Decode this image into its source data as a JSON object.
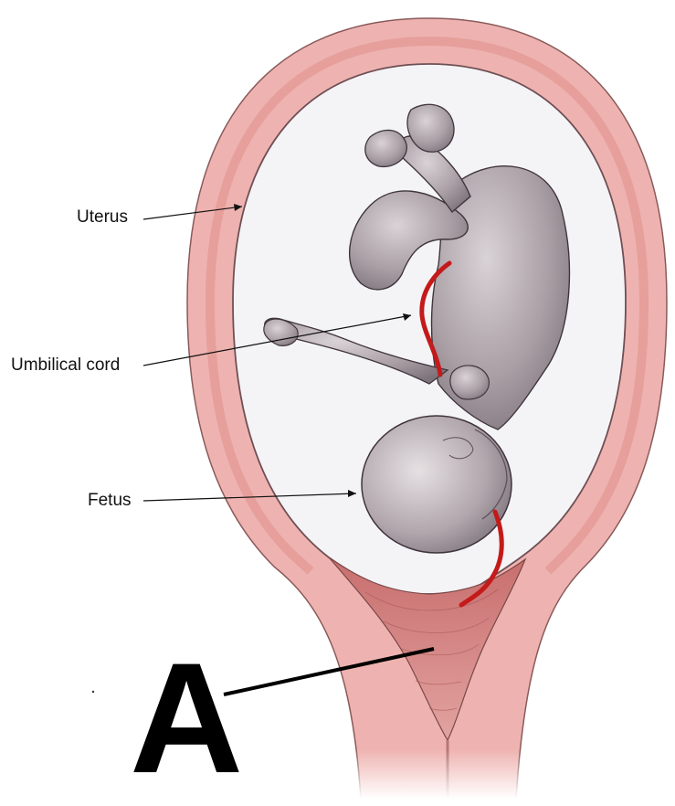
{
  "labels": {
    "uterus": "Uterus",
    "umbilical_cord": "Umbilical cord",
    "fetus": "Fetus",
    "marker": "A"
  },
  "colors": {
    "uterine_wall": "#e8a7a4",
    "uterine_wall_dark": "#c9706e",
    "cavity": "#f4f4f6",
    "fetus_skin": "#a89ea3",
    "fetus_shadow": "#7a6f76",
    "cord": "#c41a1a",
    "region_a": "#d98484"
  }
}
